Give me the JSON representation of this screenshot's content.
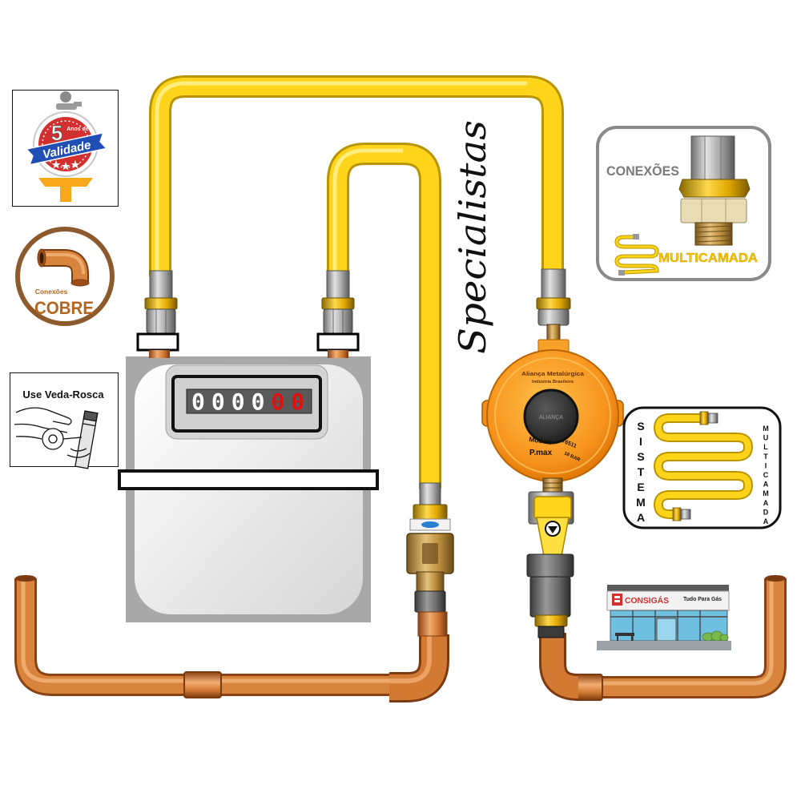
{
  "validade_badge": {
    "number": "5",
    "small": "Anos de",
    "label": "Validade"
  },
  "cobre_badge": {
    "small": "Conexões",
    "label": "COBRE"
  },
  "veda_rosca": {
    "title": "Use Veda-Rosca"
  },
  "meter": {
    "digits_main": "0000",
    "digits_red": "00"
  },
  "tagline": "Specialistas",
  "conexoes_box": {
    "title": "CONEXÕES",
    "subtitle": "MULTICAMADA"
  },
  "regulator": {
    "brand": "Aliança Metalúrgica",
    "origin": "Indústria Brasileira",
    "center": "ALIANÇA",
    "model_label": "Modelo",
    "model_number": "76511",
    "pmax_label": "P.max",
    "pressure": "18 BAR"
  },
  "sistema_box": {
    "left_vertical": "SISTEMA",
    "right_vertical": "MULTICAMADA"
  },
  "store": {
    "name": "CONSIGÁS",
    "slogan": "Tudo Para Gás"
  },
  "colors": {
    "hose": "#ffd41a",
    "copper": "#d8843c",
    "regulator": "#f7941d",
    "meter_red_digits": "#e01010",
    "cobre_brown": "#b5651d",
    "multicamada_yellow": "#f5c400",
    "validade_blue": "#1f4fb5"
  }
}
